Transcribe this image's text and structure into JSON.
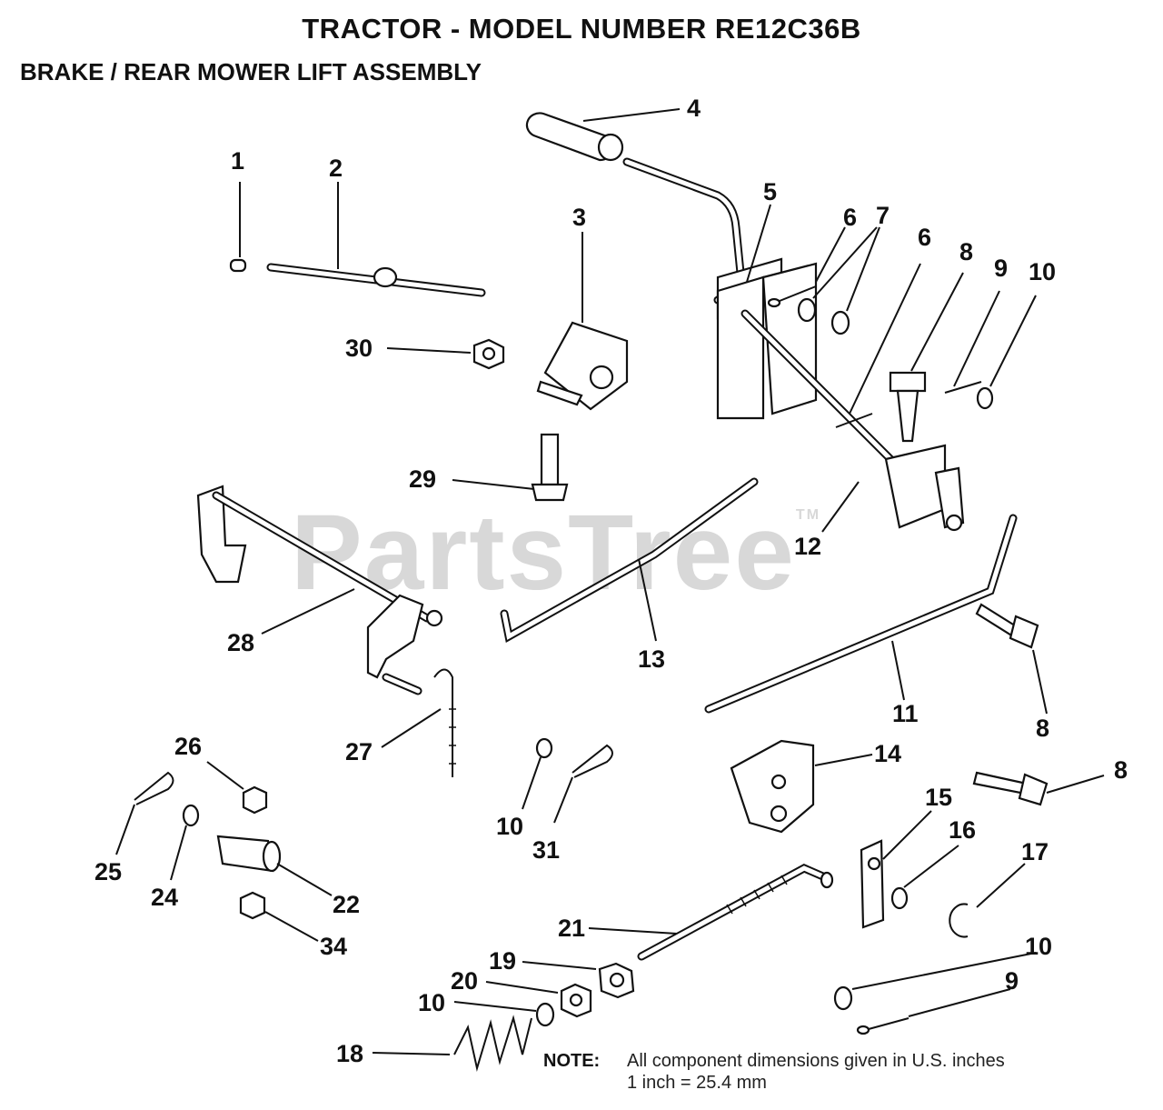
{
  "header": {
    "title": "TRACTOR  - MODEL NUMBER RE12C36B",
    "subtitle": "BRAKE / REAR MOWER LIFT ASSEMBLY"
  },
  "watermark": {
    "brand": "PartsTree",
    "mark": "TM"
  },
  "callouts": {
    "c1": "1",
    "c2": "2",
    "c3": "3",
    "c4": "4",
    "c5": "5",
    "c6a": "6",
    "c6b": "6",
    "c7": "7",
    "c8a": "8",
    "c8b": "8",
    "c8c": "8",
    "c9a": "9",
    "c9b": "9",
    "c10a": "10",
    "c10b": "10",
    "c10c": "10",
    "c10d": "10",
    "c11": "11",
    "c12": "12",
    "c13": "13",
    "c14": "14",
    "c15": "15",
    "c16": "16",
    "c17": "17",
    "c18": "18",
    "c19": "19",
    "c20": "20",
    "c21": "21",
    "c22": "22",
    "c24": "24",
    "c25": "25",
    "c26": "26",
    "c27": "27",
    "c28": "28",
    "c29": "29",
    "c30": "30",
    "c31": "31",
    "c34": "34"
  },
  "note": {
    "label": "NOTE:",
    "line1": "All component dimensions given in U.S. inches",
    "line2": "1 inch = 25.4 mm"
  }
}
